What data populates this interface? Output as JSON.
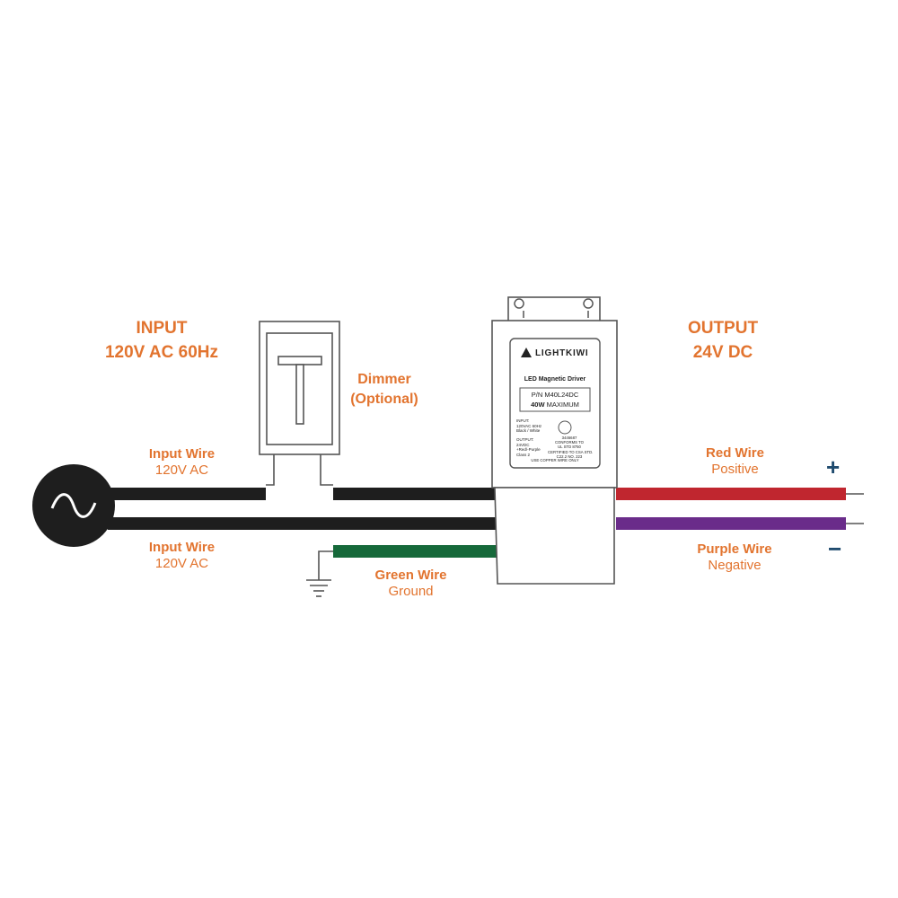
{
  "input": {
    "title": "INPUT",
    "spec": "120V AC 60Hz"
  },
  "output": {
    "title": "OUTPUT",
    "spec": "24V DC"
  },
  "dimmer": {
    "title": "Dimmer",
    "note": "(Optional)"
  },
  "wires": {
    "input_top": {
      "title": "Input Wire",
      "sub": "120V AC"
    },
    "input_bottom": {
      "title": "Input Wire",
      "sub": "120V AC"
    },
    "green": {
      "title": "Green Wire",
      "sub": "Ground"
    },
    "red": {
      "title": "Red Wire",
      "sub": "Positive"
    },
    "purple": {
      "title": "Purple Wire",
      "sub": "Negative"
    }
  },
  "polarity": {
    "plus": "+",
    "minus": "−"
  },
  "driver": {
    "brand": "LIGHTKIWI",
    "product": "LED Magnetic Driver",
    "part": "P/N M40L24DC",
    "power_bold": "40W",
    "power_rest": "MAXIMUM",
    "input_lines": [
      "INPUT:",
      "120VAC 60Hz",
      "Black / White"
    ],
    "output_lines": [
      "OUTPUT:",
      "24VDC",
      "+Red/-Purple",
      "Class 2"
    ],
    "cert_lines": [
      "3446687",
      "CONFORMS TO",
      "UL STD 8750",
      "CERTIFIED TO CSA STD.",
      "C22.2 NO. 223"
    ],
    "footer": "USE COPPER WIRE ONLY"
  },
  "colors": {
    "label": "#e2742f",
    "black_wire": "#1e1e1e",
    "green_wire": "#16693a",
    "red_wire": "#c0262f",
    "purple_wire": "#6a2c8a",
    "polarity": "#1f4b6e"
  }
}
